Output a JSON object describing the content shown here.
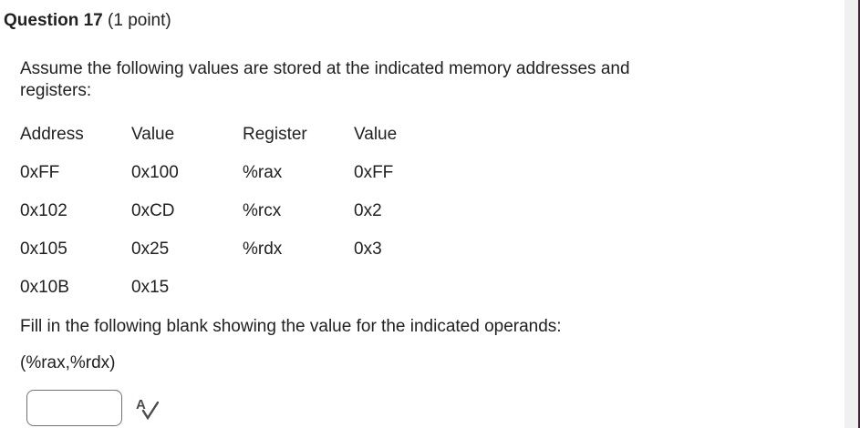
{
  "header": {
    "title": "Question 17",
    "points": "(1 point)"
  },
  "question": {
    "intro": "Assume the following values are stored at the indicated memory addresses and registers:",
    "table": {
      "headers": [
        "Address",
        "Value",
        "Register",
        "Value"
      ],
      "rows": [
        [
          "0xFF",
          "0x100",
          "%rax",
          "0xFF"
        ],
        [
          "0x102",
          "0xCD",
          "%rcx",
          "0x2"
        ],
        [
          "0x105",
          "0x25",
          "%rdx",
          "0x3"
        ],
        [
          "0x10B",
          "0x15",
          "",
          ""
        ]
      ]
    },
    "prompt": "Fill in the following blank showing the value for the indicated operands:",
    "operand_label": "(%rax,%rdx)",
    "answer_input": {
      "value": "",
      "placeholder": ""
    }
  },
  "icons": {
    "spellcheck": "A-with-checkmark"
  },
  "colors": {
    "text": "#202122",
    "input_border": "#6e7477",
    "icon": "#494c4e",
    "right_gutter": "#f0f0f1",
    "right_edge_line": "#3e2637"
  }
}
